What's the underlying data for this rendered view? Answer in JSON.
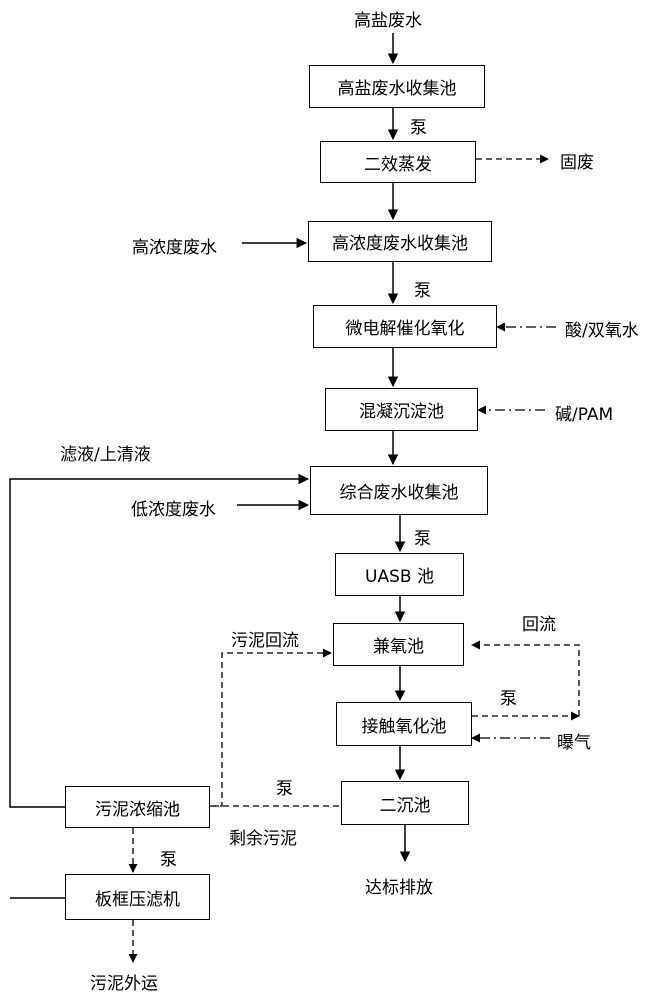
{
  "nodes": {
    "high_salt_tank": "高盐废水收集池",
    "evaporation": "二效蒸发",
    "high_conc_tank": "高浓度废水收集池",
    "micro_electrolysis": "微电解催化氧化",
    "coag_sedimentation": "混凝沉淀池",
    "combined_tank": "综合废水收集池",
    "uasb": "UASB 池",
    "anoxic_tank": "兼氧池",
    "contact_oxidation": "接触氧化池",
    "secondary_clarifier": "二沉池",
    "sludge_thickener": "污泥浓缩池",
    "filter_press": "板框压滤机"
  },
  "labels": {
    "high_salt_water": "高盐废水",
    "pump1": "泵",
    "solid_waste": "固废",
    "high_conc_water": "高浓度废水",
    "pump2": "泵",
    "acid_h2o2": "酸/双氧水",
    "alkali_pam": "碱/PAM",
    "filtrate": "滤液/上清液",
    "low_conc_water": "低浓度废水",
    "pump3": "泵",
    "sludge_return": "污泥回流",
    "reflux": "回流",
    "pump4": "泵",
    "aeration": "曝气",
    "pump5": "泵",
    "excess_sludge": "剩余污泥",
    "pump6": "泵",
    "discharge": "达标排放",
    "sludge_out": "污泥外运"
  }
}
